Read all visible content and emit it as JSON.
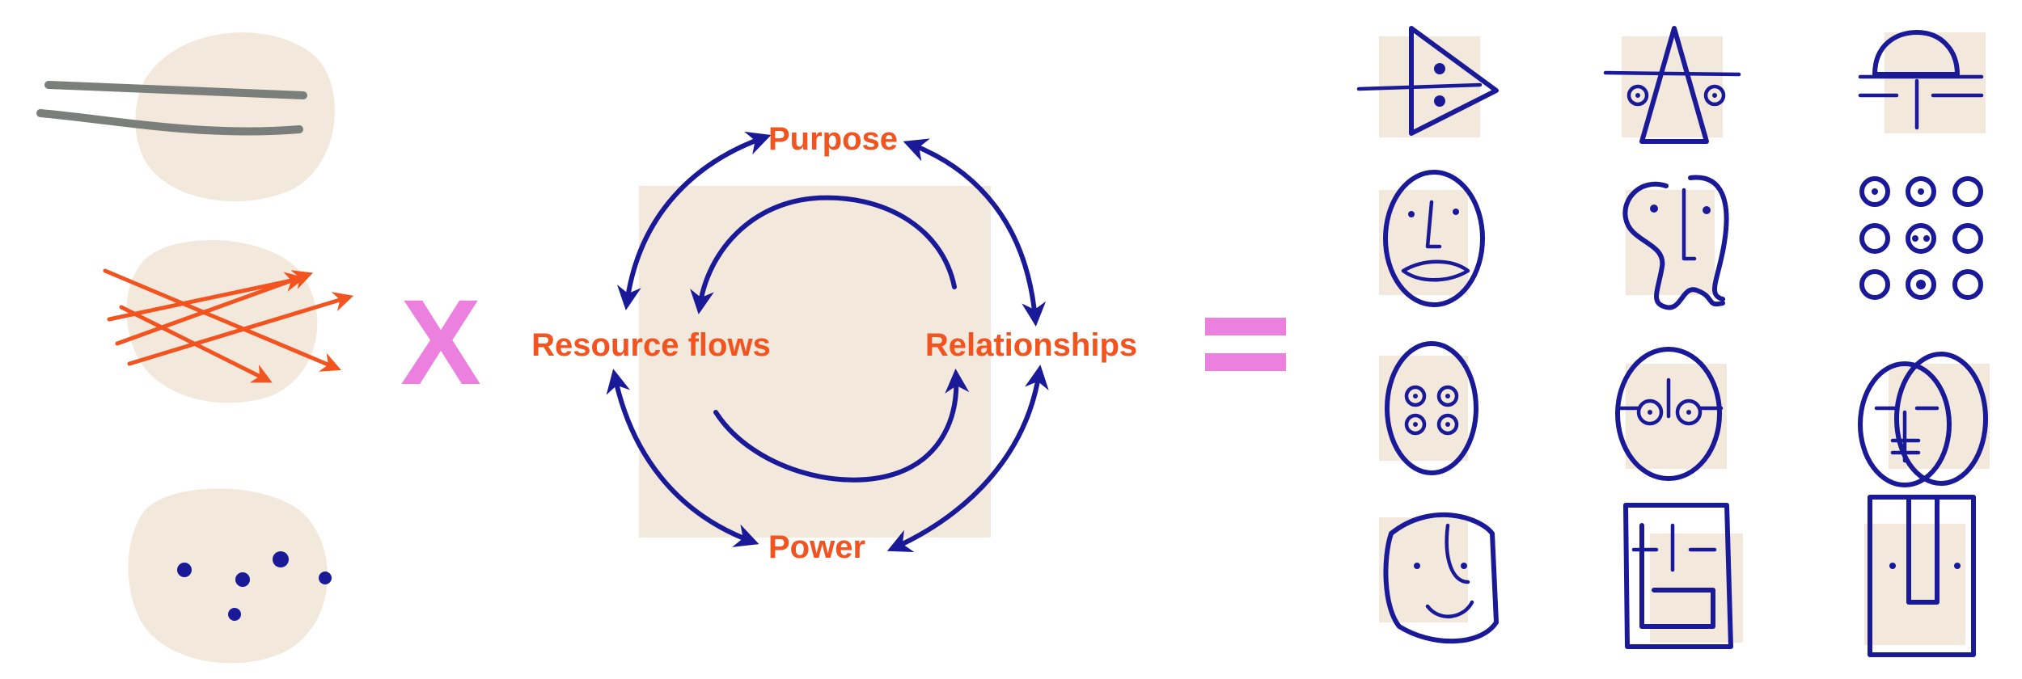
{
  "diagram": {
    "operators": {
      "multiply": "X",
      "equals": "="
    },
    "cycle": {
      "top": "Purpose",
      "right": "Relationships",
      "bottom": "Power",
      "left": "Resource flows"
    },
    "left_icons": [
      "wind-lines-icon",
      "crossing-arrows-icon",
      "scattered-dots-icon"
    ],
    "face_icons": [
      "triangle-arrow-face-icon",
      "triangle-cross-face-icon",
      "half-dome-face-icon",
      "oval-face-icon",
      "nose-profile-face-icon",
      "circle-grid-icon",
      "four-eye-face-icon",
      "glasses-face-icon",
      "double-face-icon",
      "smile-face-icon",
      "square-frame-face-icon",
      "pillar-face-icon"
    ],
    "colors": {
      "accent_orange": "#f2531f",
      "operator_pink": "#ec80df",
      "ink_navy": "#1a1a99",
      "blob_beige": "#f3e8dc",
      "wind_gray": "#7a7f7c"
    }
  }
}
